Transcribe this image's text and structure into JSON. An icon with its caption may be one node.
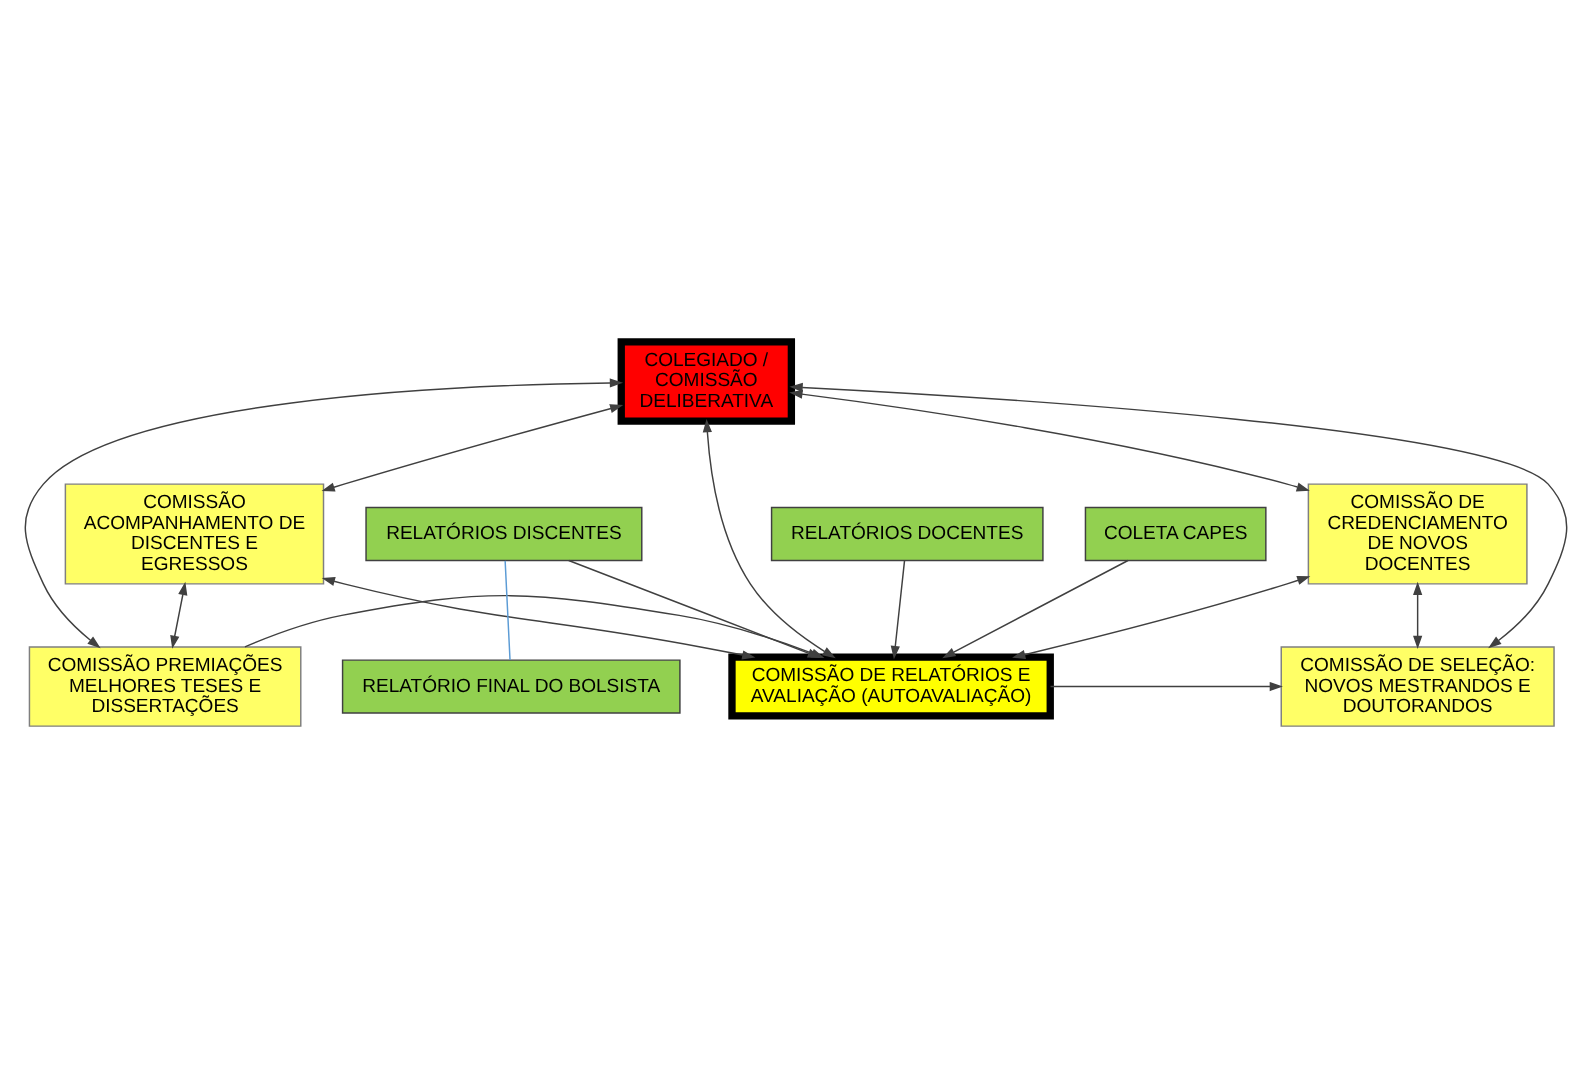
{
  "diagram": {
    "nodes": [
      {
        "text": [
          "COLEGIADO / COMISSÃO DELIBERATIVA"
        ]
      },
      {
        "text": [
          "COMISSÃO DE CREDENCIAMENTO DE NOVOS DOCENTES"
        ]
      },
      {
        "text": [
          "COMISSÃO ACOMPANHAMENTO DE DISCENTES E EGRESSOS"
        ]
      },
      {
        "text": [
          "COMISSÃO DE RELATÓRIOS E AVALIAÇÃO (AUTOAVALIAÇÃO)"
        ]
      },
      {
        "text": [
          "COMISSÃO DE SELEÇÃO: NOVOS MESTRANDOS E DOUTORANDOS"
        ]
      },
      {
        "text": [
          "COMISSÃO PREMIAÇÕES MELHORES TESES E DISSERTAÇÕES"
        ]
      },
      {
        "text": [
          "RELATÓRIOS DOCENTES"
        ]
      },
      {
        "text": [
          "COLETA CAPES"
        ]
      },
      {
        "text": [
          "RELATÓRIOS DISCENTES"
        ]
      },
      {
        "text": [
          "RELATÓRIO FINAL DO BOLSISTA"
        ]
      }
    ],
    "edges": [
      {
        "from": 0,
        "to": 1,
        "arrow": "both"
      },
      {
        "from": 0,
        "to": 4,
        "arrow": "both"
      },
      {
        "from": 0,
        "to": 3,
        "arrow": "both"
      },
      {
        "from": 0,
        "to": 2,
        "arrow": "both"
      },
      {
        "from": 0,
        "to": 5,
        "arrow": "both"
      },
      {
        "from": 1,
        "to": 4,
        "arrow": "both"
      },
      {
        "from": 1,
        "to": 3,
        "arrow": "both"
      },
      {
        "from": 2,
        "to": 3,
        "arrow": "both"
      },
      {
        "from": 2,
        "to": 5,
        "arrow": "both"
      },
      {
        "from": 3,
        "to": 4,
        "arrow": "to"
      },
      {
        "from": 5,
        "to": 3,
        "arrow": "to"
      },
      {
        "from": 6,
        "to": 3,
        "arrow": "to"
      },
      {
        "from": 7,
        "to": 3,
        "arrow": "to"
      },
      {
        "from": 8,
        "to": 3,
        "arrow": "to"
      },
      {
        "from": 8,
        "to": 9,
        "arrow": "none",
        "color": "#5b9bd5"
      }
    ]
  }
}
